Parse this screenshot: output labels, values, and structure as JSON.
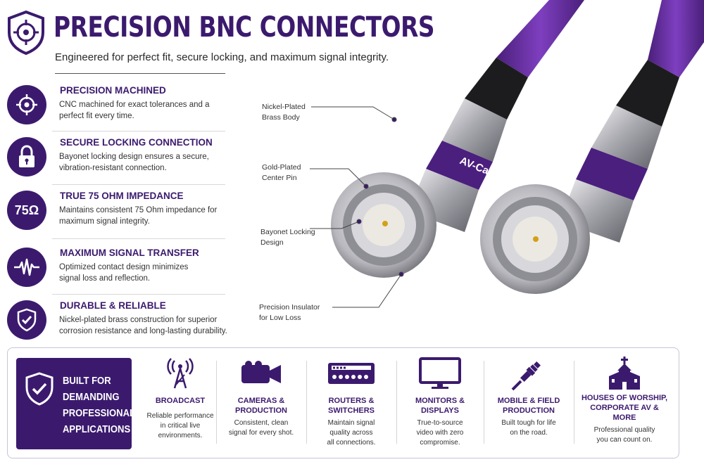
{
  "header": {
    "title": "PRECISION BNC CONNECTORS",
    "subtitle": "Engineered for perfect fit, secure locking, and maximum signal integrity."
  },
  "features": [
    {
      "icon": "crosshair-icon",
      "title": "PRECISION MACHINED",
      "description": "CNC machined for exact tolerances and a perfect fit every time."
    },
    {
      "icon": "lock-icon",
      "title": "SECURE LOCKING CONNECTION",
      "description": "Bayonet locking design ensures a secure, vibration-resistant connection."
    },
    {
      "icon": "ohm-icon",
      "icon_text": "75Ω",
      "title": "TRUE 75 OHM IMPEDANCE",
      "description": "Maintains consistent 75 Ohm impedance for maximum signal integrity."
    },
    {
      "icon": "waveform-icon",
      "title": "MAXIMUM SIGNAL TRANSFER",
      "description": "Optimized contact design minimizes signal loss and reflection."
    },
    {
      "icon": "shield-check-icon",
      "title": "DURABLE & RELIABLE",
      "description": "Nickel-plated brass construction for superior corrosion resistance and long-lasting durability."
    }
  ],
  "callouts": [
    {
      "line1": "Nickel-Plated",
      "line2": "Brass Body"
    },
    {
      "line1": "Gold-Plated",
      "line2": "Center Pin"
    },
    {
      "line1": "Bayonet Locking",
      "line2": "Design"
    },
    {
      "line1": "Precision Insulator",
      "line2": "for Low Loss"
    }
  ],
  "product": {
    "band_label": "AV-Cables®"
  },
  "built_for": {
    "line1": "BUILT FOR",
    "line2": "DEMANDING",
    "line3": "PROFESSIONAL",
    "line4": "APPLICATIONS"
  },
  "applications": [
    {
      "icon": "antenna-tower-icon",
      "title_line1": "BROADCAST",
      "title_line2": "",
      "desc_line1": "Reliable performance",
      "desc_line2": "in critical live",
      "desc_line3": "environments."
    },
    {
      "icon": "video-camera-icon",
      "title_line1": "CAMERAS &",
      "title_line2": "PRODUCTION",
      "desc_line1": "Consistent, clean",
      "desc_line2": "signal for every shot.",
      "desc_line3": ""
    },
    {
      "icon": "router-icon",
      "title_line1": "ROUTERS &",
      "title_line2": "SWITCHERS",
      "desc_line1": "Maintain signal",
      "desc_line2": "quality across",
      "desc_line3": "all connections."
    },
    {
      "icon": "monitor-icon",
      "title_line1": "MONITORS &",
      "title_line2": "DISPLAYS",
      "desc_line1": "True-to-source",
      "desc_line2": "video with zero",
      "desc_line3": "compromise."
    },
    {
      "icon": "connector-icon",
      "title_line1": "MOBILE & FIELD",
      "title_line2": "PRODUCTION",
      "desc_line1": "Built tough for life",
      "desc_line2": "on the road.",
      "desc_line3": ""
    },
    {
      "icon": "church-icon",
      "title_line1": "HOUSES OF WORSHIP,",
      "title_line2": "CORPORATE AV &",
      "title_line3": "MORE",
      "desc_line1": "Professional quality",
      "desc_line2": "you can count on.",
      "desc_line3": ""
    }
  ],
  "colors": {
    "brand_purple": "#3b1a6e",
    "cable_purple": "#6a2fa3",
    "metal": "#c9c9cf"
  }
}
